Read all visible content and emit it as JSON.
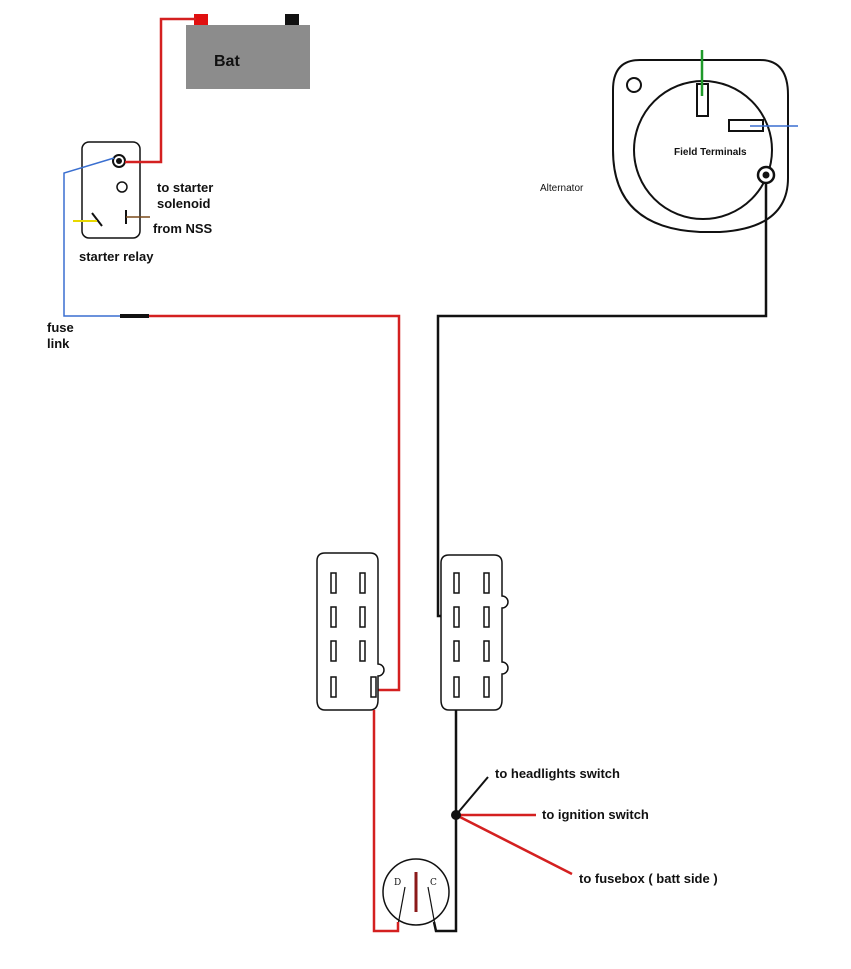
{
  "battery": {
    "label": "Bat"
  },
  "starter_relay": {
    "label": "starter relay",
    "to_starter_line1": "to starter",
    "to_starter_line2": "solenoid",
    "from_nss": "from NSS"
  },
  "fuse_link": {
    "line1": "fuse",
    "line2": "link"
  },
  "alternator": {
    "label": "Alternator",
    "field_terminals": "Field Terminals"
  },
  "ignition": {
    "left_terminal": "D",
    "right_terminal": "C"
  },
  "destinations": {
    "headlights": "to headlights switch",
    "ignition": "to ignition switch",
    "fusebox": "to fusebox ( batt side )"
  },
  "colors": {
    "red_wire": "#d42020",
    "black_wire": "#111111",
    "blue_wire": "#3a6fd0",
    "green_wire": "#1f9a2a",
    "yellow_wire": "#e8d800",
    "brown_wire": "#7a4a1a",
    "battery_body": "#8c8c8c",
    "battery_pos": "#e01010",
    "battery_neg": "#111111"
  }
}
